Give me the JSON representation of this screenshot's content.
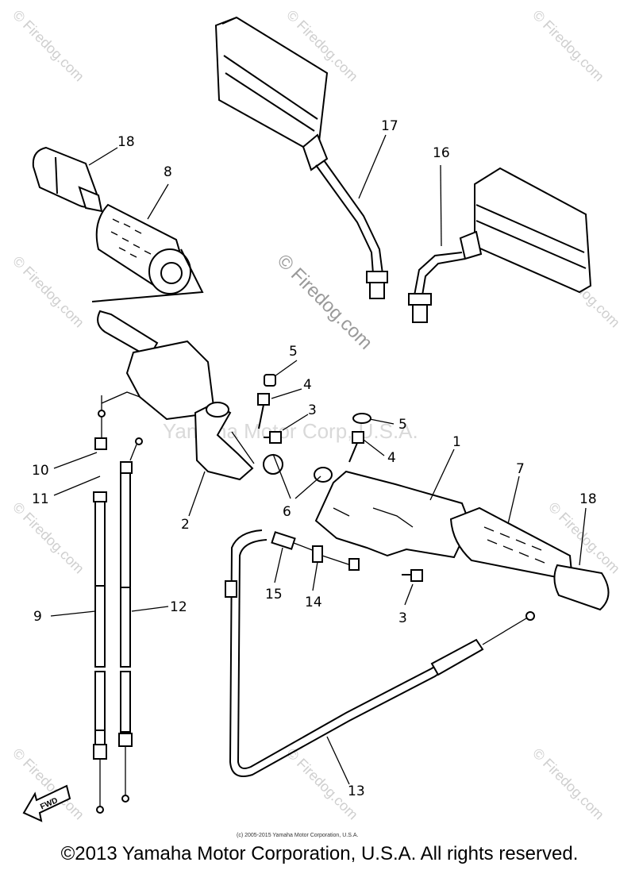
{
  "watermarks": {
    "site": "© Firedog.com",
    "center": "© Firedog.com",
    "yamaha": "Yamaha Motor Corp, U.S.A."
  },
  "callouts": {
    "c1": "1",
    "c2": "2",
    "c3a": "3",
    "c3b": "3",
    "c4a": "4",
    "c4b": "4",
    "c5a": "5",
    "c5b": "5",
    "c6": "6",
    "c7": "7",
    "c8": "8",
    "c9": "9",
    "c10": "10",
    "c11": "11",
    "c12": "12",
    "c13": "13",
    "c14": "14",
    "c15": "15",
    "c16": "16",
    "c17": "17",
    "c18a": "18",
    "c18b": "18"
  },
  "fwd_label": "FWD",
  "small_copyright": "(c) 2005-2015 Yamaha Motor Corporation, U.S.A.",
  "footer": "©2013 Yamaha Motor Corporation, U.S.A. All rights reserved."
}
